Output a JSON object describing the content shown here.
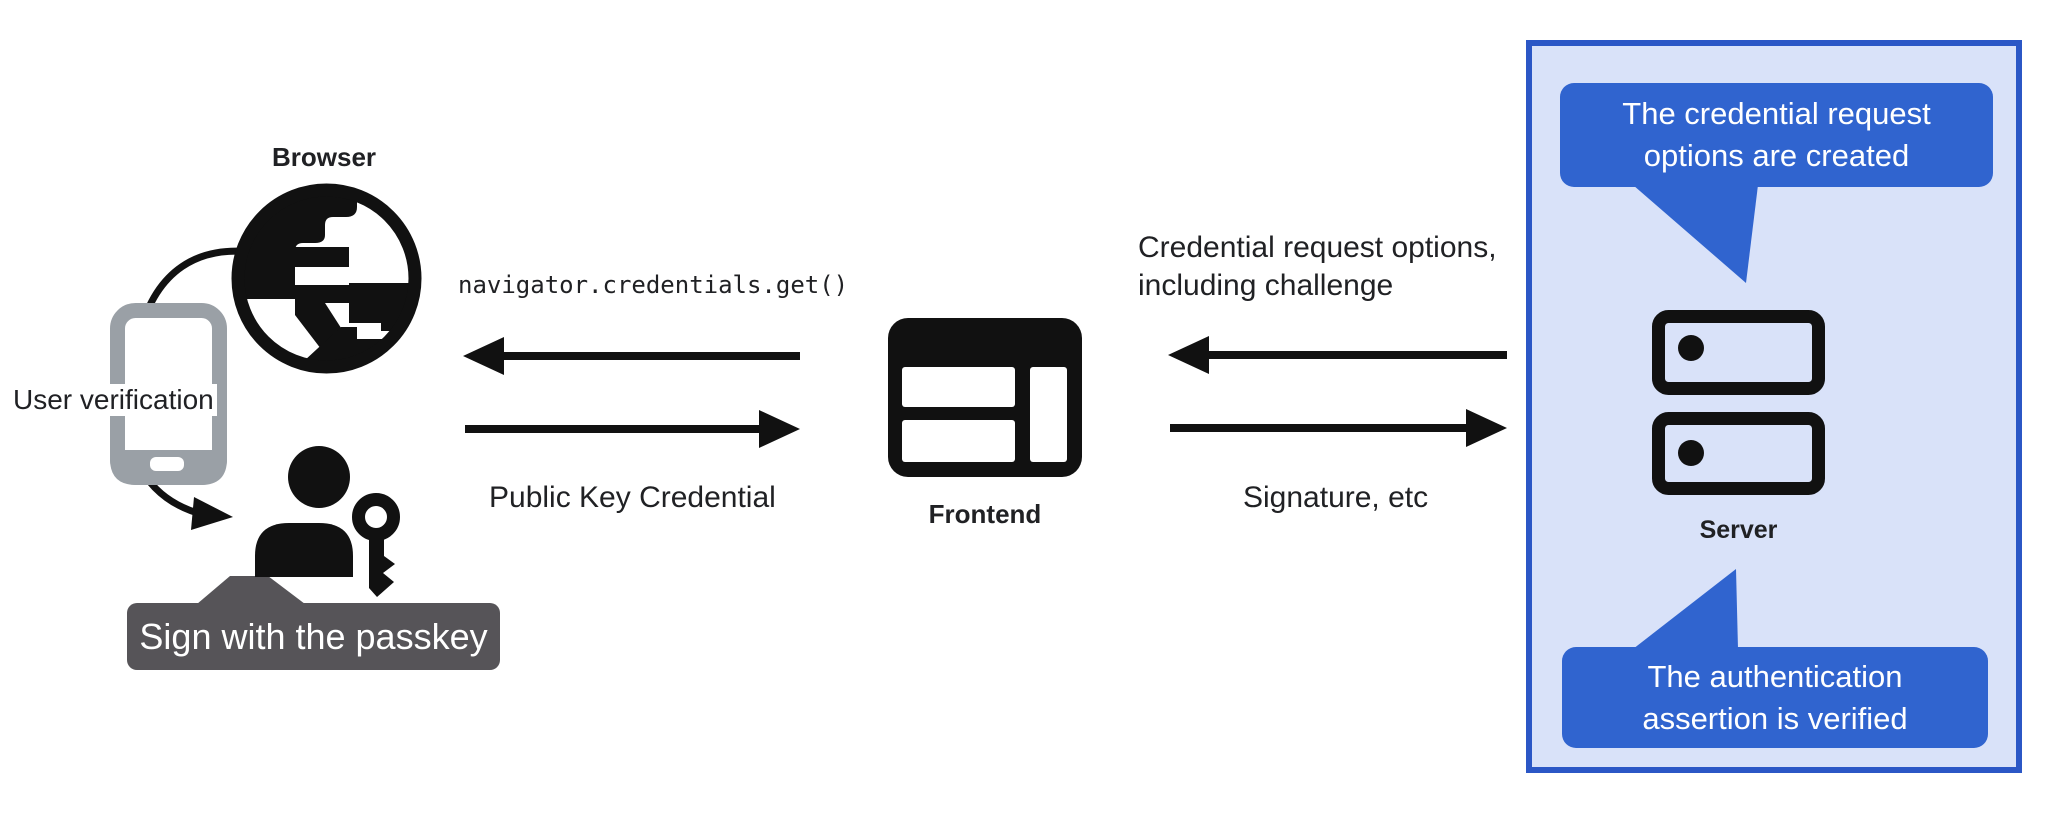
{
  "colors": {
    "accent_blue": "#3064cf",
    "panel_border": "#2b57c6",
    "panel_fill": "#d9e2f9",
    "dark_bubble": "#565458",
    "phone_gray": "#9aa0a6",
    "ink": "#111111"
  },
  "browser": {
    "label": "Browser",
    "user_verification_label": "User verification",
    "passkey_bubble": "Sign with the passkey"
  },
  "frontend": {
    "label": "Frontend"
  },
  "server": {
    "label": "Server",
    "top_bubble_line1": "The credential request",
    "top_bubble_line2": "options are created",
    "bottom_bubble_line1": "The authentication",
    "bottom_bubble_line2": "assertion is verified"
  },
  "messages": {
    "get_call": "navigator.credentials.get()",
    "public_key_credential": "Public Key Credential",
    "request_options_line1": "Credential request options,",
    "request_options_line2": "including challenge",
    "signature": "Signature, etc"
  }
}
